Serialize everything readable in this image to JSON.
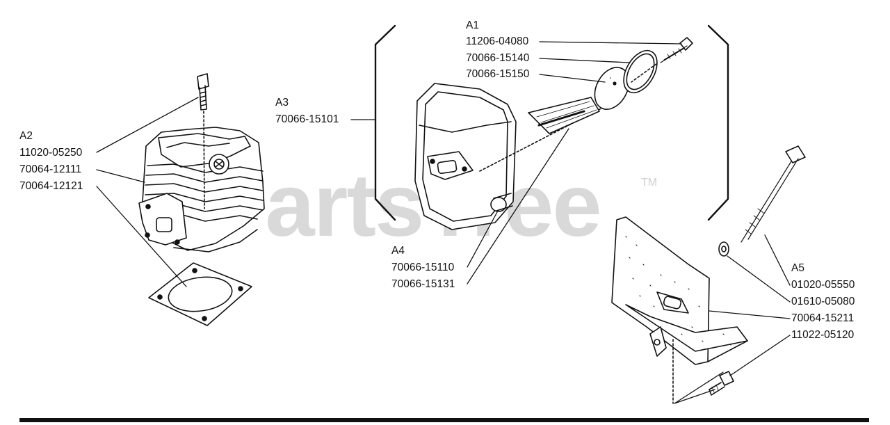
{
  "watermark": {
    "text": "PartsTree",
    "trademark": "TM"
  },
  "groups": {
    "a1": {
      "ref": "A1",
      "parts": [
        "11206-04080",
        "70066-15140",
        "70066-15150"
      ]
    },
    "a2": {
      "ref": "A2",
      "parts": [
        "11020-05250",
        "70064-12111",
        "70064-12121"
      ]
    },
    "a3": {
      "ref": "A3",
      "parts": [
        "70066-15101"
      ]
    },
    "a4": {
      "ref": "A4",
      "parts": [
        "70066-15110",
        "70066-15131"
      ]
    },
    "a5": {
      "ref": "A5",
      "parts": [
        "01020-05550",
        "01610-05080",
        "70064-15211",
        "11022-05120"
      ]
    }
  },
  "colors": {
    "line": "#111111",
    "watermark": "#d9d9d9",
    "background": "#ffffff"
  }
}
